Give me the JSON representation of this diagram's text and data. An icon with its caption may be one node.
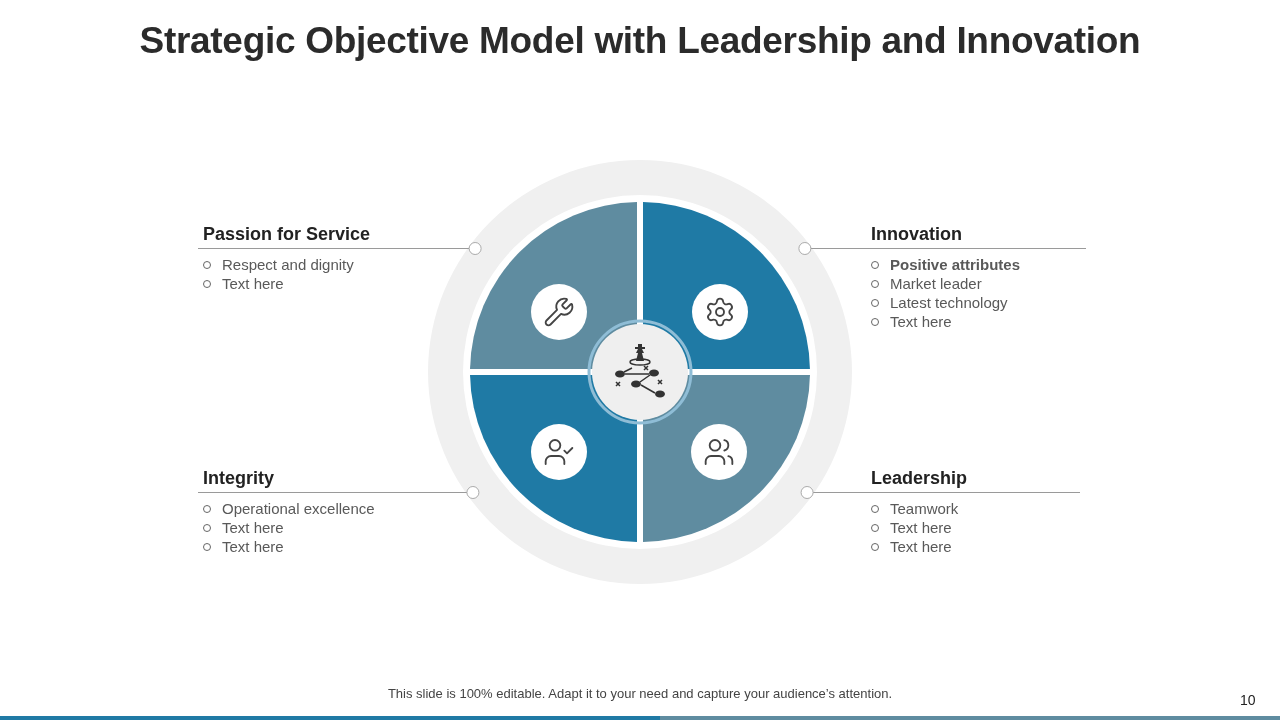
{
  "diagram": {
    "title": "Strategic Objective Model with Leadership and Innovation",
    "nodes": [
      {
        "text": [
          "Passion for Service",
          "Respect and dignity",
          "Text here"
        ]
      },
      {
        "text": [
          "Innovation",
          "**Positive attributes**",
          "Market leader",
          "Latest technology",
          "Text here"
        ]
      },
      {
        "text": [
          "Integrity",
          "Operational excellence",
          "Text here",
          "Text here"
        ]
      },
      {
        "text": [
          "Leadership",
          "Teamwork",
          "Text here",
          "Text here"
        ]
      },
      {
        "text": [],
        "shape": "circle"
      }
    ],
    "edges": [
      {
        "from": 0,
        "to": 4,
        "arrow": "other"
      },
      {
        "from": 1,
        "to": 4,
        "arrow": "other"
      },
      {
        "from": 2,
        "to": 4,
        "arrow": "other"
      },
      {
        "from": 3,
        "to": 4,
        "arrow": "other"
      }
    ],
    "labels": [
      "This slide is 100% editable. Adapt it to your need and capture your audience’s attention.",
      "10"
    ]
  }
}
